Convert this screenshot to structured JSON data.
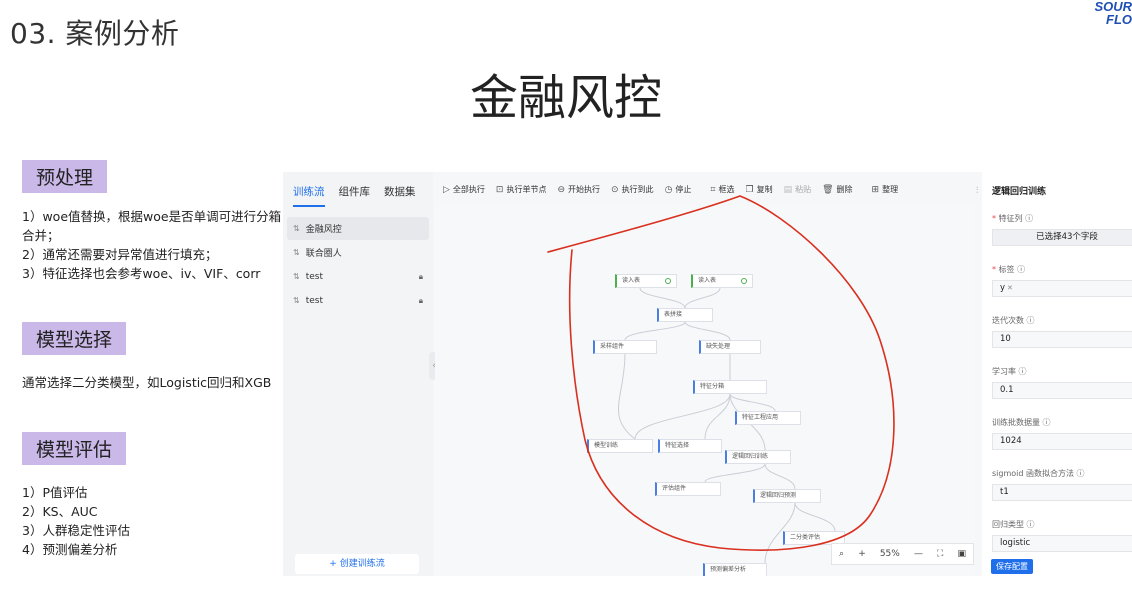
{
  "slide": {
    "title": "03. 案例分析",
    "heading": "金融风控",
    "logo_top": "SOUR",
    "logo_bottom": "FLO"
  },
  "sections": [
    {
      "header": "预处理",
      "body": "1）woe值替换，根据woe是否单调可进行分箱合并；\n2）通常还需要对异常值进行填充；\n3）特征选择也会参考woe、iv、VIF、corr"
    },
    {
      "header": "模型选择",
      "body": "通常选择二分类模型，如Logistic回归和XGB"
    },
    {
      "header": "模型评估",
      "body": "1）P值评估\n2）KS、AUC\n3）人群稳定性评估\n4）预测偏差分析"
    }
  ],
  "app": {
    "tabs": [
      "训练流",
      "组件库",
      "数据集"
    ],
    "flows": [
      {
        "name": "金融风控",
        "locked": false
      },
      {
        "name": "联合圈人",
        "locked": false
      },
      {
        "name": "test",
        "locked": true
      },
      {
        "name": "test",
        "locked": true
      }
    ],
    "create_button": "+ 创建训练流",
    "toolbar": [
      "全部执行",
      "执行单节点",
      "开始执行",
      "执行到此",
      "停止",
      "框选",
      "复制",
      "粘贴",
      "删除",
      "整理"
    ],
    "zoom": "55%",
    "nodes": [
      "读入表",
      "读入表",
      "表拼接",
      "采样组件",
      "缺失处理",
      "特征分箱",
      "特征工程应用",
      "模型训练",
      "特征选择",
      "逻辑回归训练",
      "评估组件",
      "逻辑回归预测",
      "二分类评估",
      "预测偏差分析"
    ],
    "properties": {
      "title": "逻辑回归训练",
      "feature_label": "特征列",
      "feature_value": "已选择43个字段",
      "label_label": "标签",
      "label_value": "y",
      "iter_label": "迭代次数",
      "iter_value": "10",
      "lr_label": "学习率",
      "lr_value": "0.1",
      "batch_label": "训练批数据量",
      "batch_value": "1024",
      "sigmoid_label": "sigmoid 函数拟合方法",
      "sigmoid_value": "t1",
      "reg_label": "回归类型",
      "reg_value": "logistic",
      "save_button": "保存配置"
    }
  },
  "colors": {
    "section_header_bg": "#c9b8e8",
    "accent": "#1f6feb",
    "annotation": "#d9301f"
  }
}
